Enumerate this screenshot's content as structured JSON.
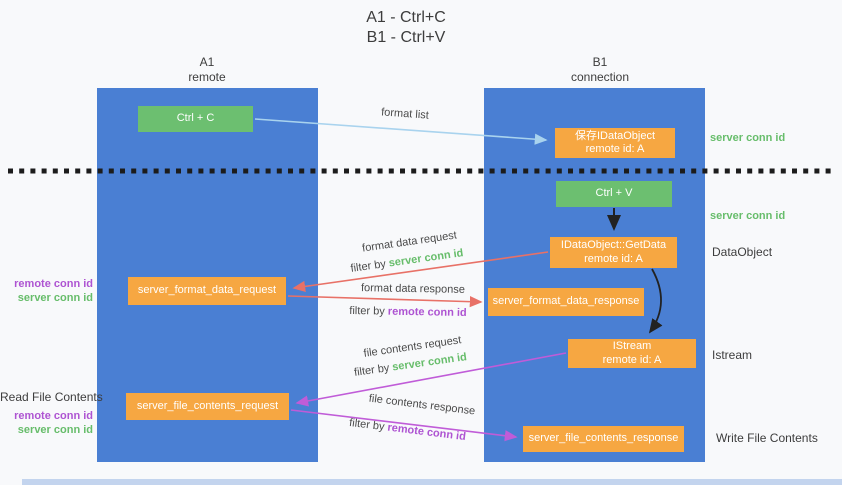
{
  "title": {
    "line1": "A1 - Ctrl+C",
    "line2": "B1 - Ctrl+V"
  },
  "lanes": {
    "left": {
      "name": "A1",
      "role": "remote"
    },
    "right": {
      "name": "B1",
      "role": "connection"
    }
  },
  "nodes": {
    "ctrl_c": {
      "label": "Ctrl + C"
    },
    "save_idataobject": {
      "line1": "保存IDataObject",
      "line2": "remote id: A"
    },
    "ctrl_v": {
      "label": "Ctrl + V"
    },
    "getdata": {
      "line1": "IDataObject::GetData",
      "line2": "remote id: A"
    },
    "format_request": {
      "label": "server_format_data_request"
    },
    "format_response": {
      "label": "server_format_data_response"
    },
    "istream": {
      "line1": "IStream",
      "line2": "remote id: A"
    },
    "file_request": {
      "label": "server_file_contents_request"
    },
    "file_response": {
      "label": "server_file_contents_response"
    }
  },
  "arrows": {
    "format_list": {
      "label": "format list"
    },
    "format_data_request": {
      "label": "format data request",
      "filter_prefix": "filter by",
      "filter_id": "server conn id"
    },
    "format_data_response": {
      "label": "format data response",
      "filter_prefix": "filter by",
      "filter_id": "remote conn id"
    },
    "file_contents_request": {
      "label": "file contents request",
      "filter_prefix": "filter by",
      "filter_id": "server conn id"
    },
    "file_contents_response": {
      "label": "file contents response",
      "filter_prefix": "filter by",
      "filter_id": "remote conn id"
    }
  },
  "side_labels": {
    "right_server_conn_id_1": "server conn id",
    "right_server_conn_id_2": "server conn id",
    "right_dataobject": "DataObject",
    "right_istream": "Istream",
    "right_write_file": "Write File Contents",
    "left_remote_conn_id_1": "remote conn id",
    "left_server_conn_id_1": "server conn id",
    "left_read_file": "Read File Contents",
    "left_remote_conn_id_2": "remote conn id",
    "left_server_conn_id_2": "server conn id"
  },
  "colors": {
    "lane_blue": "#4a7fd3",
    "box_orange": "#f6a742",
    "box_green": "#6cbf70",
    "arrow_light_blue": "#a9d3ee",
    "arrow_salmon": "#e87167",
    "arrow_magenta": "#c05cd8",
    "arrow_black": "#222222",
    "text_green": "#67bd6b",
    "text_purple": "#ae54d2",
    "text_dark": "#3d3d3d"
  }
}
